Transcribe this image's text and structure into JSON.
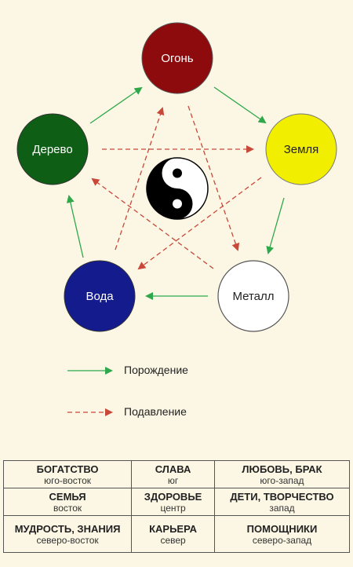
{
  "elements": {
    "fire": {
      "label": "Огонь",
      "color": "#8e0b0d",
      "text_color": "#ffffff"
    },
    "earth": {
      "label": "Земля",
      "color": "#f2ee00",
      "text_color": "#222222"
    },
    "metal": {
      "label": "Металл",
      "color": "#ffffff",
      "text_color": "#222222"
    },
    "water": {
      "label": "Вода",
      "color": "#141b8c",
      "text_color": "#ffffff"
    },
    "wood": {
      "label": "Дерево",
      "color": "#0f5e15",
      "text_color": "#ffffff"
    }
  },
  "colors": {
    "generation": "#2ea84a",
    "suppression": "#c8483a"
  },
  "legend": {
    "generation": "Порождение",
    "suppression": "Подавление"
  },
  "table": {
    "rows": [
      [
        {
          "title": "БОГАТСТВО",
          "sub": "юго-восток"
        },
        {
          "title": "СЛАВА",
          "sub": "юг"
        },
        {
          "title": "ЛЮБОВЬ, БРАК",
          "sub": "юго-запад"
        }
      ],
      [
        {
          "title": "СЕМЬЯ",
          "sub": "восток"
        },
        {
          "title": "ЗДОРОВЬЕ",
          "sub": "центр"
        },
        {
          "title": "ДЕТИ, ТВОРЧЕСТВО",
          "sub": "запад"
        }
      ],
      [
        {
          "title": "МУДРОСТЬ, ЗНАНИЯ",
          "sub": "северо-восток"
        },
        {
          "title": "КАРЬЕРА",
          "sub": "север"
        },
        {
          "title": "ПОМОЩНИКИ",
          "sub": "северо-запад"
        }
      ]
    ]
  }
}
